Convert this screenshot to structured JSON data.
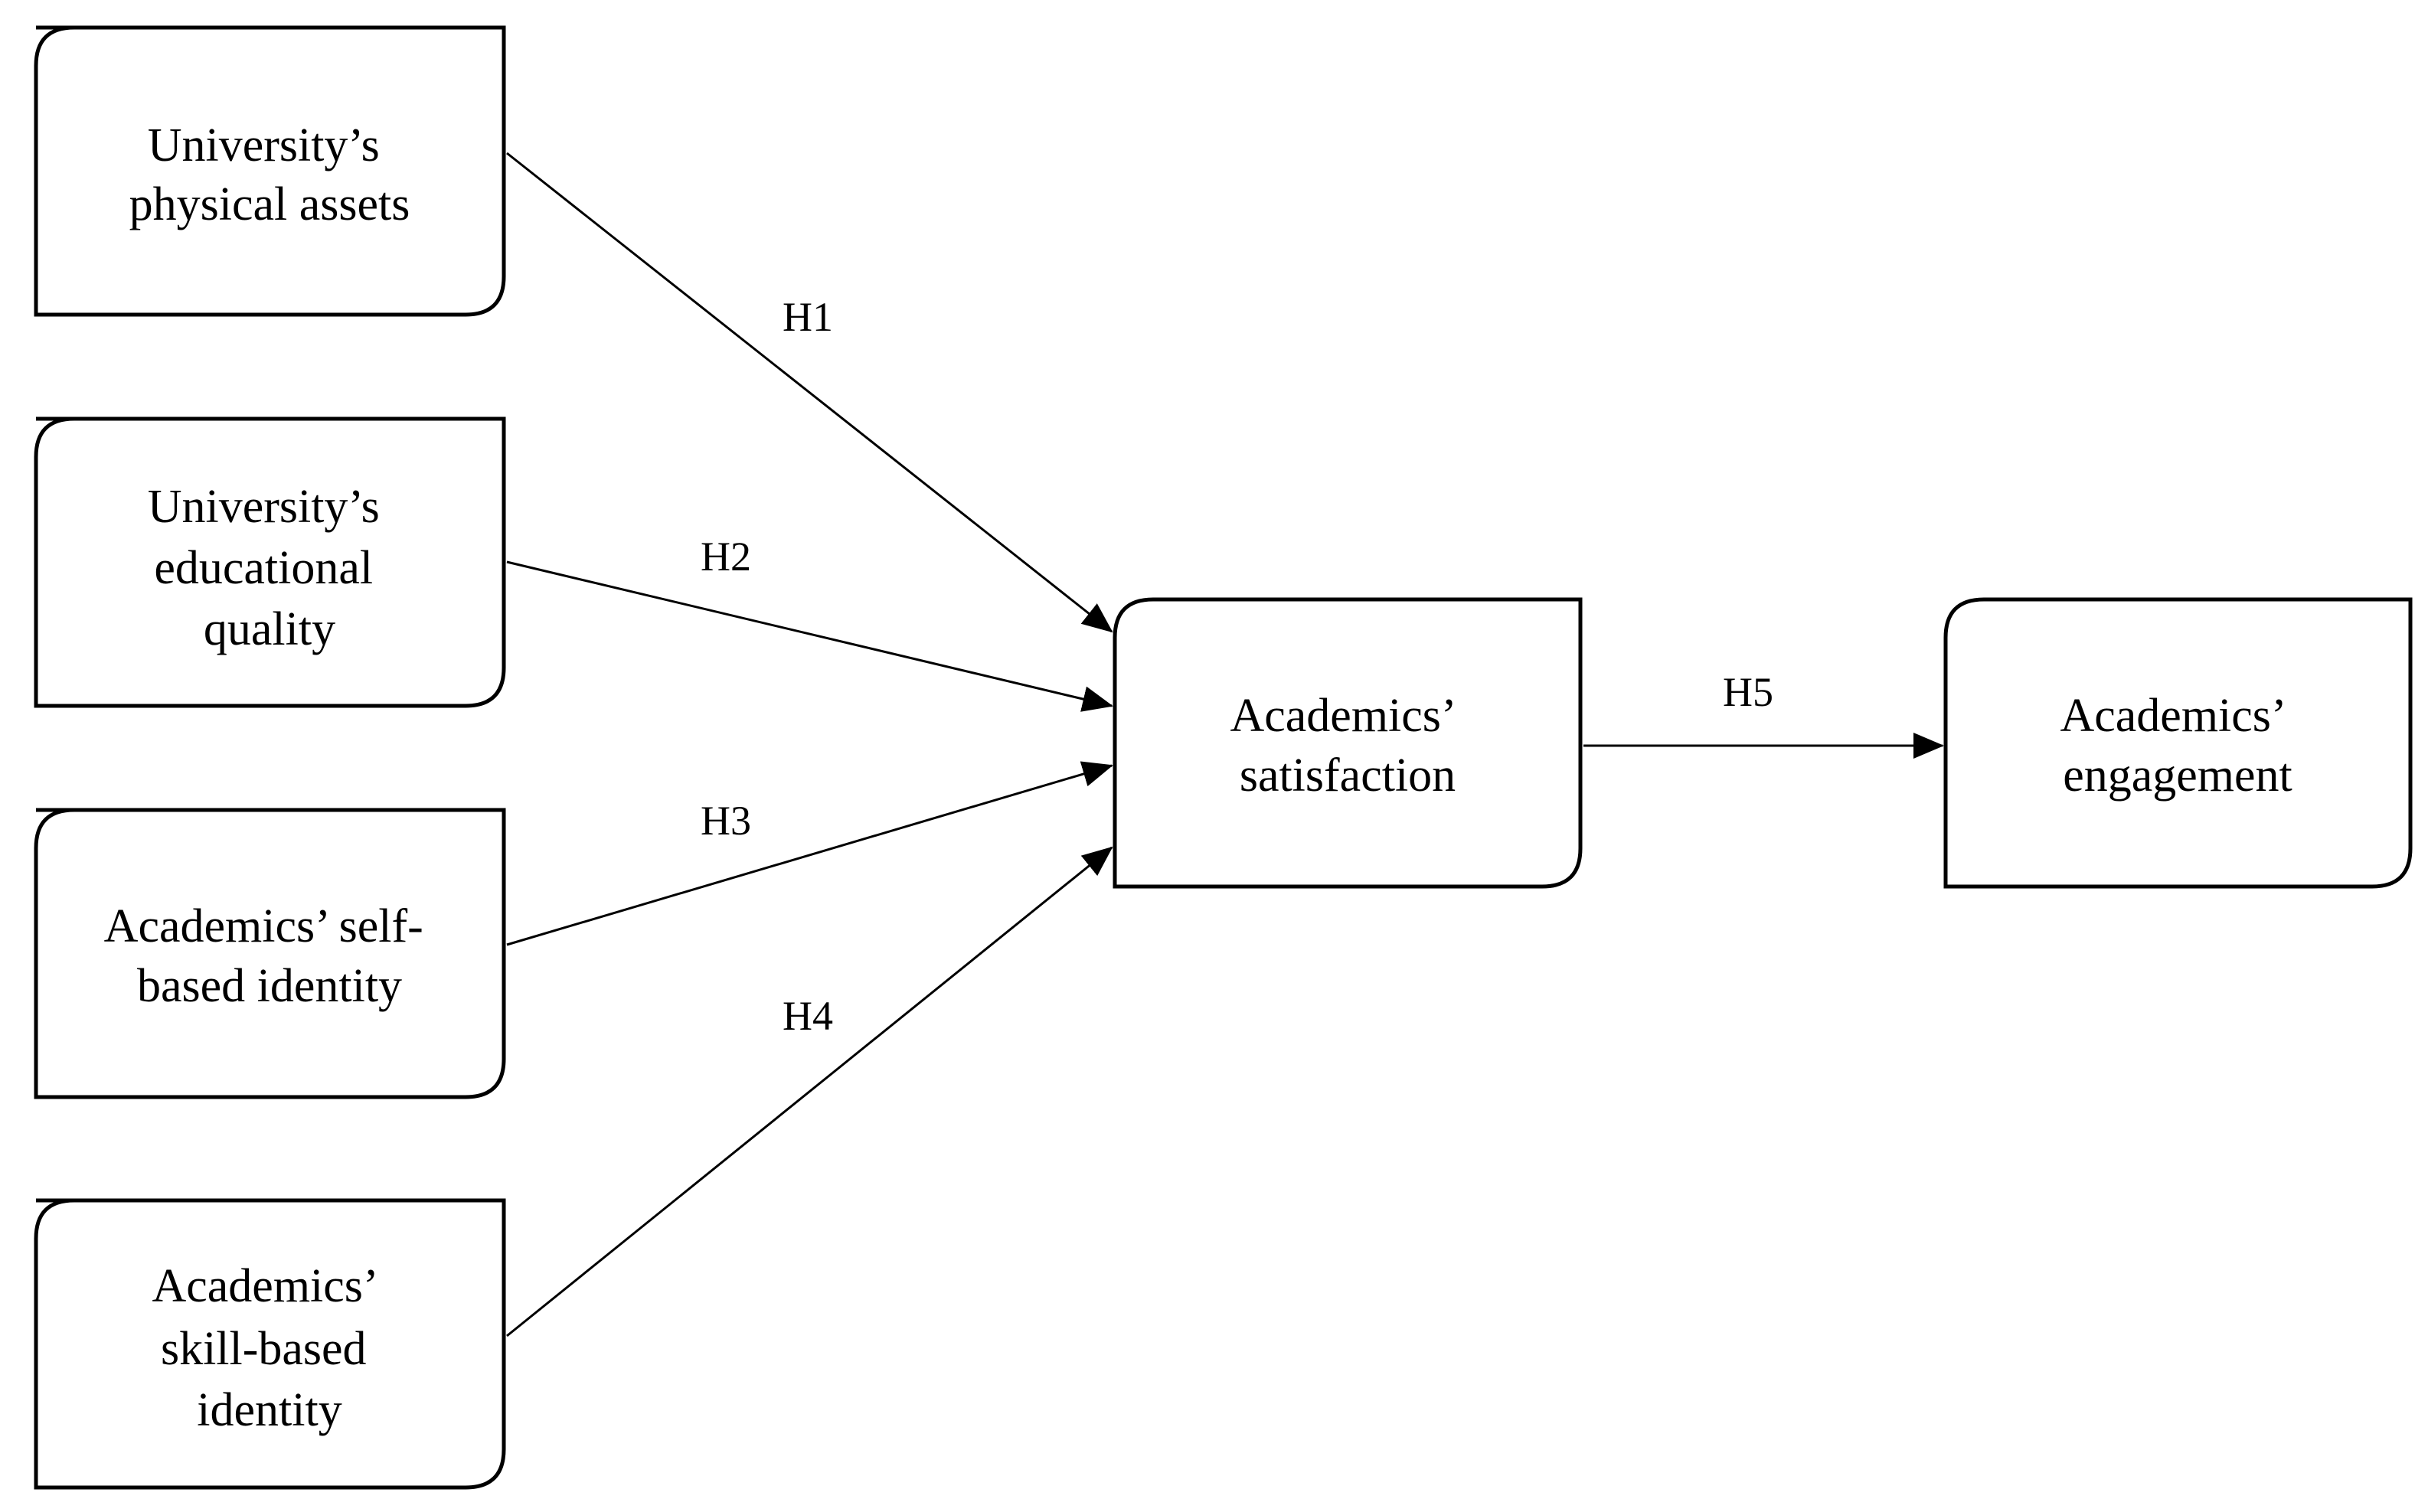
{
  "diagram": {
    "nodes": {
      "physical_assets": {
        "lines": [
          "University’s",
          "physical assets"
        ]
      },
      "educational_quality": {
        "lines": [
          "University’s",
          "educational",
          "quality"
        ]
      },
      "self_identity": {
        "lines": [
          "Academics’ self-",
          "based identity"
        ]
      },
      "skill_identity": {
        "lines": [
          "Academics’",
          "skill-based",
          "identity"
        ]
      },
      "satisfaction": {
        "lines": [
          "Academics’",
          "satisfaction"
        ]
      },
      "engagement": {
        "lines": [
          "Academics’",
          "engagement"
        ]
      }
    },
    "edges": [
      {
        "from": "physical_assets",
        "to": "satisfaction",
        "label": "H1"
      },
      {
        "from": "educational_quality",
        "to": "satisfaction",
        "label": "H2"
      },
      {
        "from": "self_identity",
        "to": "satisfaction",
        "label": "H3"
      },
      {
        "from": "skill_identity",
        "to": "satisfaction",
        "label": "H4"
      },
      {
        "from": "satisfaction",
        "to": "engagement",
        "label": "H5"
      }
    ]
  }
}
